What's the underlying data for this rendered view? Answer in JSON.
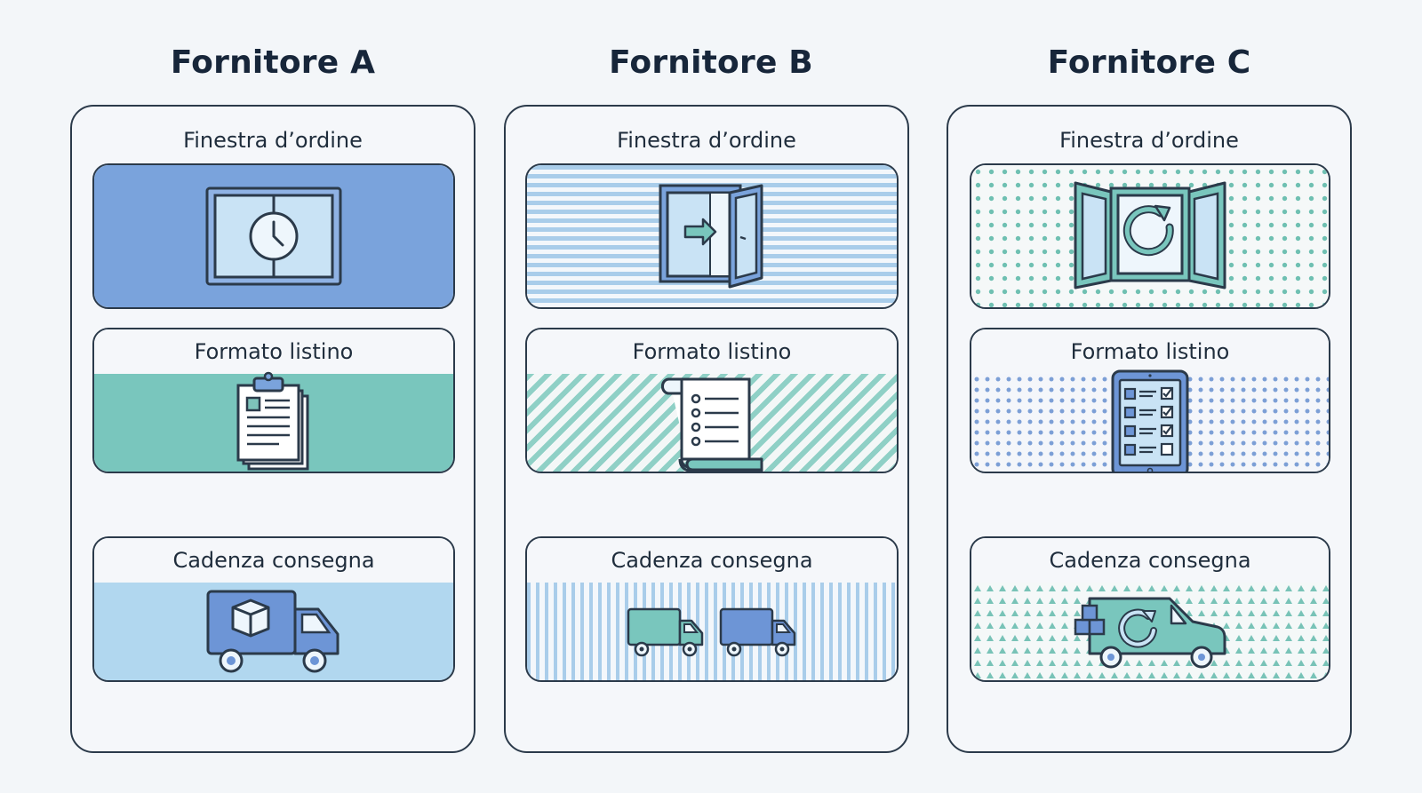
{
  "suppliers": [
    {
      "name": "Fornitore A",
      "sections": {
        "order_window": {
          "label": "Finestra d’ordine",
          "icon": "window-clock-icon",
          "pattern": "solid-blue"
        },
        "price_list_format": {
          "label": "Formato listino",
          "icon": "clipboard-documents-icon",
          "pattern": "solid-teal"
        },
        "delivery_cadence": {
          "label": "Cadenza consegna",
          "icon": "truck-package-icon",
          "pattern": "solid-light-blue"
        }
      }
    },
    {
      "name": "Fornitore B",
      "sections": {
        "order_window": {
          "label": "Finestra d’ordine",
          "icon": "door-enter-arrow-icon",
          "pattern": "horizontal-stripes"
        },
        "price_list_format": {
          "label": "Formato listino",
          "icon": "scroll-list-icon",
          "pattern": "diagonal-stripes"
        },
        "delivery_cadence": {
          "label": "Cadenza consegna",
          "icon": "two-trucks-icon",
          "pattern": "vertical-stripes"
        }
      }
    },
    {
      "name": "Fornitore C",
      "sections": {
        "order_window": {
          "label": "Finestra d’ordine",
          "icon": "open-window-refresh-icon",
          "pattern": "teal-dots"
        },
        "price_list_format": {
          "label": "Formato listino",
          "icon": "tablet-checklist-icon",
          "pattern": "blue-dots"
        },
        "delivery_cadence": {
          "label": "Cadenza consegna",
          "icon": "van-recurring-icon",
          "pattern": "teal-triangles"
        }
      }
    }
  ],
  "colors": {
    "blue": "#7aa3dc",
    "teal": "#79c6bd",
    "light_blue": "#b1d7ef",
    "outline": "#2b3a4a",
    "background": "#f3f6f9"
  }
}
